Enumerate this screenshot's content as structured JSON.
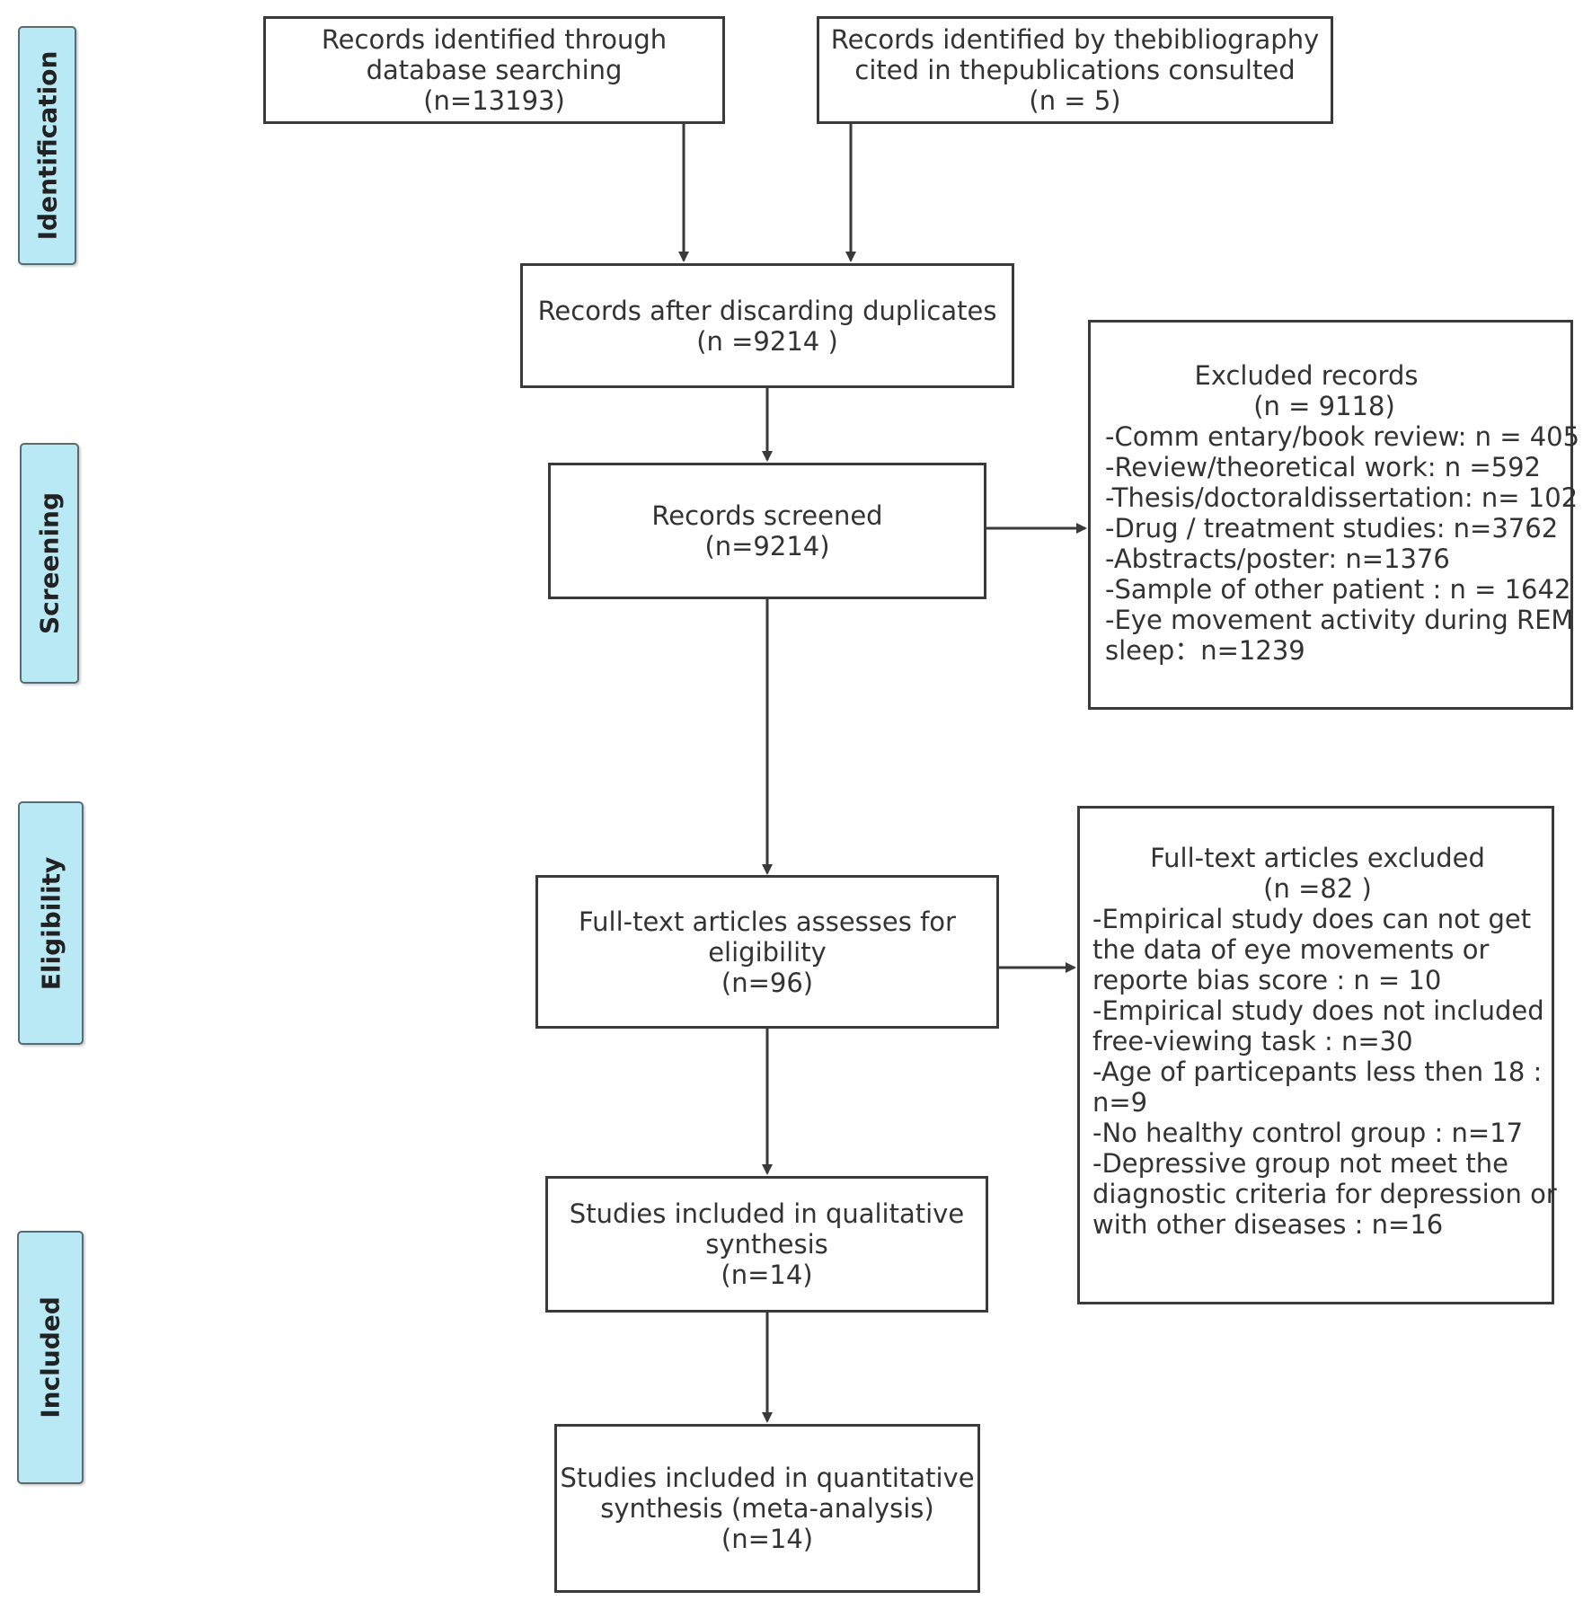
{
  "stages": {
    "identification": "Identification",
    "screening": "Screening",
    "eligibility": "Eligibility",
    "included": "Included"
  },
  "boxes": {
    "database": {
      "line1": "Records identified through",
      "line2": "database searching",
      "line3": "(n=13193)"
    },
    "bibliography": {
      "line1": "Records identified by thebibliography",
      "line2": "cited in thepublications consulted",
      "line3": "(n = 5)"
    },
    "duplicates": {
      "line1": "Records after discarding duplicates",
      "line2": "(n =9214 )"
    },
    "screened": {
      "line1": "Records screened",
      "line2": "(n=9214)"
    },
    "excluded_records": {
      "title": "Excluded records",
      "count": "(n = 9118)",
      "items": [
        "-Comm entary/book review: n = 405",
        "-Review/theoretical work: n =592",
        "-Thesis/doctoraldissertation: n= 102",
        "-Drug / treatment studies: n=3762",
        "-Abstracts/poster: n=1376",
        "-Sample of other patient : n = 1642",
        "-Eye movement activity during REM",
        "sleep：n=1239"
      ]
    },
    "fulltext": {
      "line1": "Full-text articles assesses for",
      "line2": "eligibility",
      "line3": "(n=96)"
    },
    "fulltext_excluded": {
      "title": "Full-text articles excluded",
      "count": "(n =82 )",
      "items": [
        "-Empirical study does can not get",
        "the data of eye movements or",
        "reporte bias score : n = 10",
        "-Empirical study does not included",
        "free-viewing task  : n=30",
        "-Age of particepants  less then 18 :",
        "n=9",
        "-No healthy control group  : n=17",
        "-Depressive group not meet the",
        "diagnostic criteria for depression or",
        "with other diseases  : n=16"
      ]
    },
    "qualitative": {
      "line1": "Studies included in qualitative",
      "line2": "synthesis",
      "line3": "(n=14)"
    },
    "quantitative": {
      "line1": "Studies included in quantitative",
      "line2": "synthesis (meta-analysis)",
      "line3": "(n=14)"
    }
  }
}
